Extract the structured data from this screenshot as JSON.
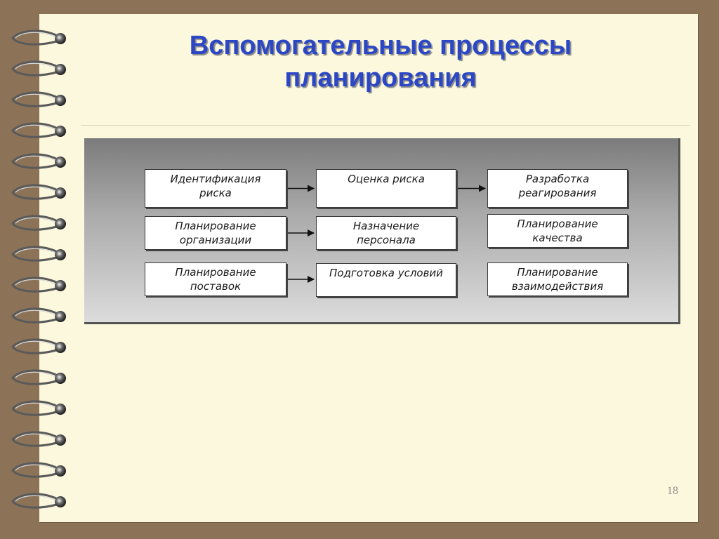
{
  "slide": {
    "title_line1": "Вспомогательные процессы",
    "title_line2": "планирования",
    "number": "18"
  },
  "diagram": {
    "boxes": [
      {
        "id": "risk-identification",
        "label": "Идентификация\nриска"
      },
      {
        "id": "risk-assessment",
        "label": "Оценка риска"
      },
      {
        "id": "response-development",
        "label": "Разработка\nреагирования"
      },
      {
        "id": "organization-planning",
        "label": "Планирование\nорганизации"
      },
      {
        "id": "staff-assignment",
        "label": "Назначение\nперсонала"
      },
      {
        "id": "quality-planning",
        "label": "Планирование\nкачества"
      },
      {
        "id": "procurement-planning",
        "label": "Планирование\nпоставок"
      },
      {
        "id": "conditions-preparation",
        "label": "Подготовка условий"
      },
      {
        "id": "interaction-planning",
        "label": "Планирование\nвзаимодействия"
      }
    ],
    "arrows": [
      {
        "from": "risk-identification",
        "to": "risk-assessment"
      },
      {
        "from": "risk-assessment",
        "to": "response-development"
      },
      {
        "from": "organization-planning",
        "to": "staff-assignment"
      },
      {
        "from": "procurement-planning",
        "to": "conditions-preparation"
      }
    ]
  },
  "colors": {
    "title": "#2b47c6",
    "page": "#fbf8dd",
    "frame": "#8c7358"
  }
}
